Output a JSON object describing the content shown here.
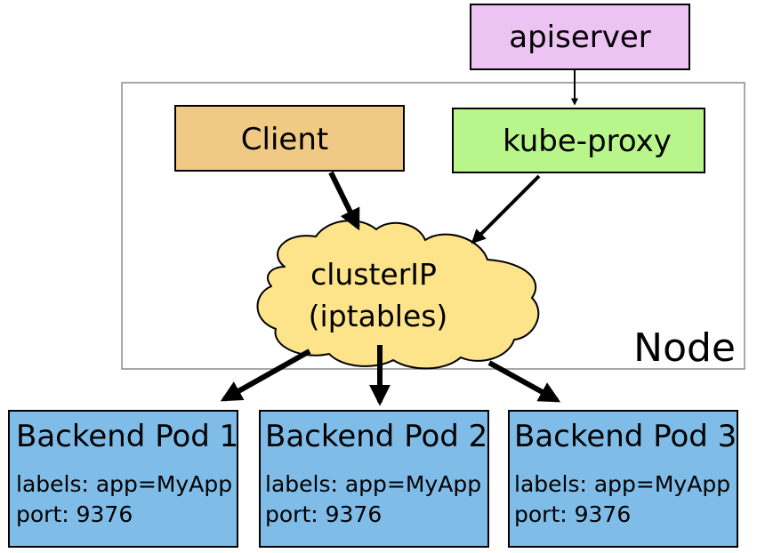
{
  "diagram": {
    "apiserver": {
      "label": "apiserver",
      "fill": "#ecc3f3"
    },
    "node": {
      "label": "Node"
    },
    "client": {
      "label": "Client",
      "fill": "#f0c985"
    },
    "kube_proxy": {
      "label": "kube-proxy",
      "fill": "#b8f58b"
    },
    "cluster_ip": {
      "line1": "clusterIP",
      "line2": "(iptables)",
      "fill": "#fde38a"
    },
    "pods": [
      {
        "title": "Backend Pod 1",
        "labels": "labels: app=MyApp",
        "port": "port: 9376"
      },
      {
        "title": "Backend Pod 2",
        "labels": "labels: app=MyApp",
        "port": "port: 9376"
      },
      {
        "title": "Backend Pod 3",
        "labels": "labels: app=MyApp",
        "port": "port: 9376"
      }
    ],
    "pod_fill": "#7fbde8"
  }
}
